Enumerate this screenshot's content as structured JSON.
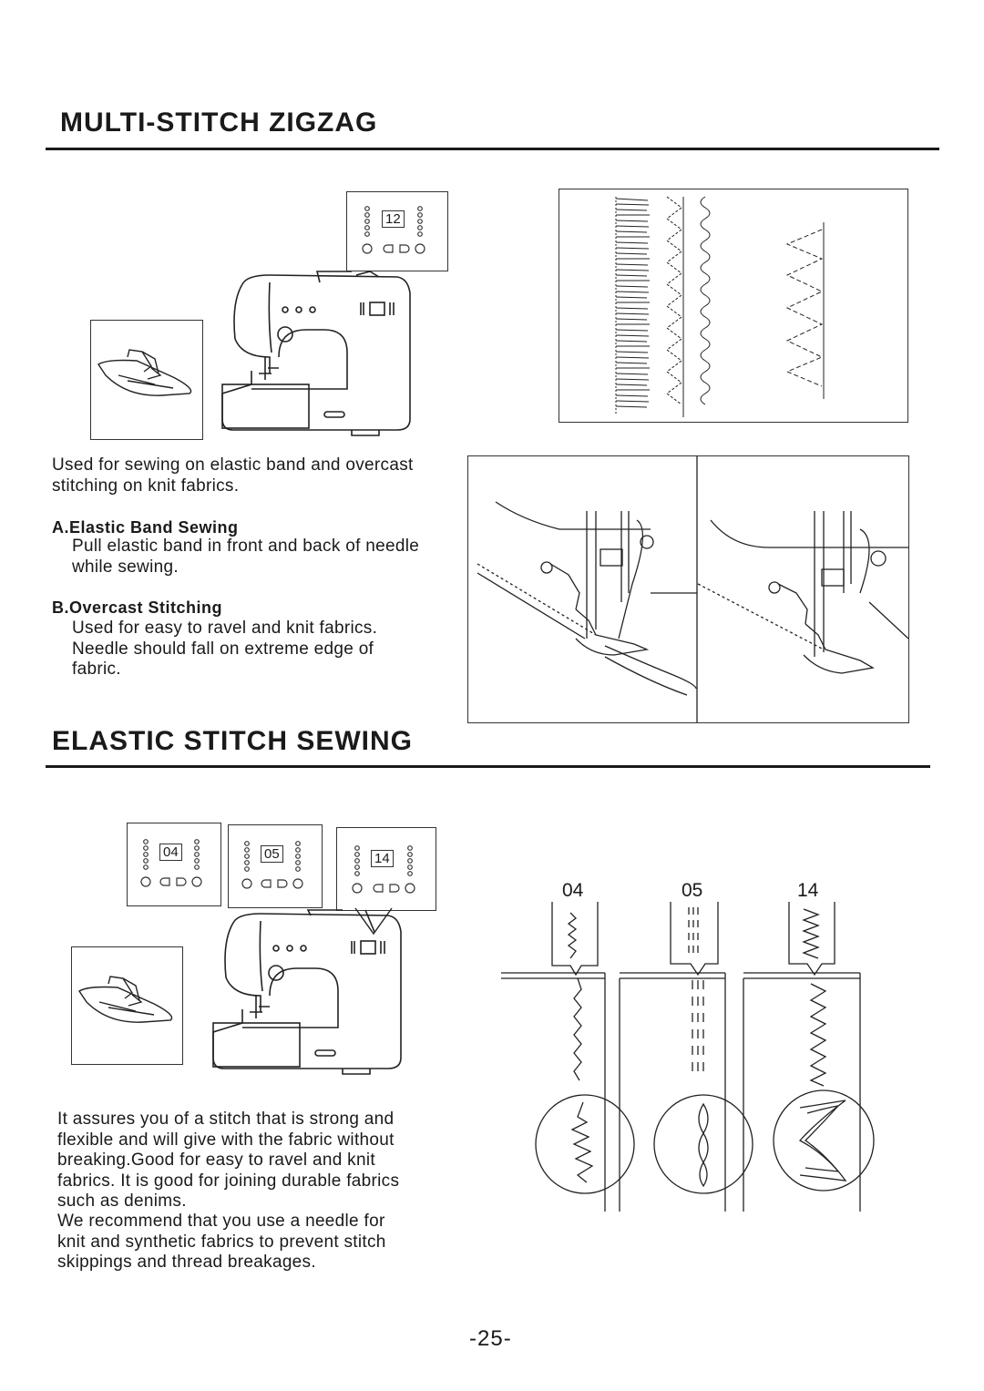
{
  "section1": {
    "title": "MULTI-STITCH ZIGZAG",
    "panel_number": "12",
    "intro": [
      "Used for sewing on elastic band and overcast",
      "stitching on knit fabrics."
    ],
    "sub_a": {
      "heading": "A.Elastic Band Sewing",
      "lines": [
        "Pull elastic band in front and back of needle",
        "while sewing."
      ]
    },
    "sub_b": {
      "heading": "B.Overcast Stitching",
      "lines": [
        "Used for easy to ravel and knit fabrics.",
        "Needle should fall on extreme edge of",
        "fabric."
      ]
    }
  },
  "section2": {
    "title": "ELASTIC STITCH SEWING",
    "panel_numbers": [
      "04",
      "05",
      "14"
    ],
    "stitch_labels": [
      "04",
      "05",
      "14"
    ],
    "paragraph1": [
      "It assures you of a stitch that is strong and",
      "flexible and will give with the fabric without",
      "breaking.Good for easy to ravel and knit",
      "fabrics. It is good for joining durable fabrics",
      "such as denims."
    ],
    "paragraph2": [
      "We recommend that you use a needle for",
      "knit and synthetic fabrics to prevent stitch",
      "skippings and thread breakages."
    ]
  },
  "page_number": "-25-",
  "icons": [
    "sewing-machine-icon",
    "presser-foot-icon",
    "stitch-panel-icon",
    "magnifier-circle-icon"
  ]
}
